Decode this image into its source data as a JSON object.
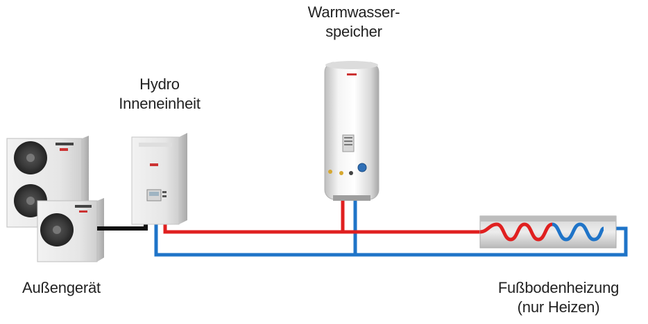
{
  "labels": {
    "storage_line1": "Warmwasser-",
    "storage_line2": "speicher",
    "hydro_line1": "Hydro",
    "hydro_line2": "Inneneinheit",
    "outdoor": "Außengerät",
    "floor_line1": "Fußbodenheizung",
    "floor_line2": "(nur Heizen)"
  },
  "colors": {
    "supply_pipe": "#e02020",
    "return_pipe": "#1f74c8",
    "refrigerant_pipe": "#111111",
    "unit_body": "#e9e9e9"
  }
}
